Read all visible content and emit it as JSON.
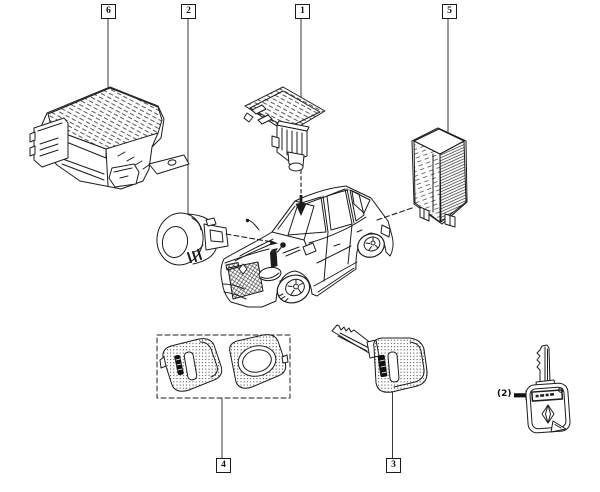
{
  "diagram": {
    "background": "#ffffff",
    "ink": "#1c1c1c",
    "kind": "vehicle-antitheft-parts-exploded-diagram"
  },
  "callouts": [
    {
      "label": "6",
      "part": "immobilizer-control-unit"
    },
    {
      "label": "2",
      "part": "transponder-ring-antenna"
    },
    {
      "label": "1",
      "part": "roof-receiver-unit"
    },
    {
      "label": "5",
      "part": "immobilizer-relay-module"
    },
    {
      "label": "4",
      "part": "remote-fob-covers"
    },
    {
      "label": "3",
      "part": "key-with-remote-fob"
    }
  ],
  "annotations": {
    "spare_key_quantity": "(2)"
  }
}
